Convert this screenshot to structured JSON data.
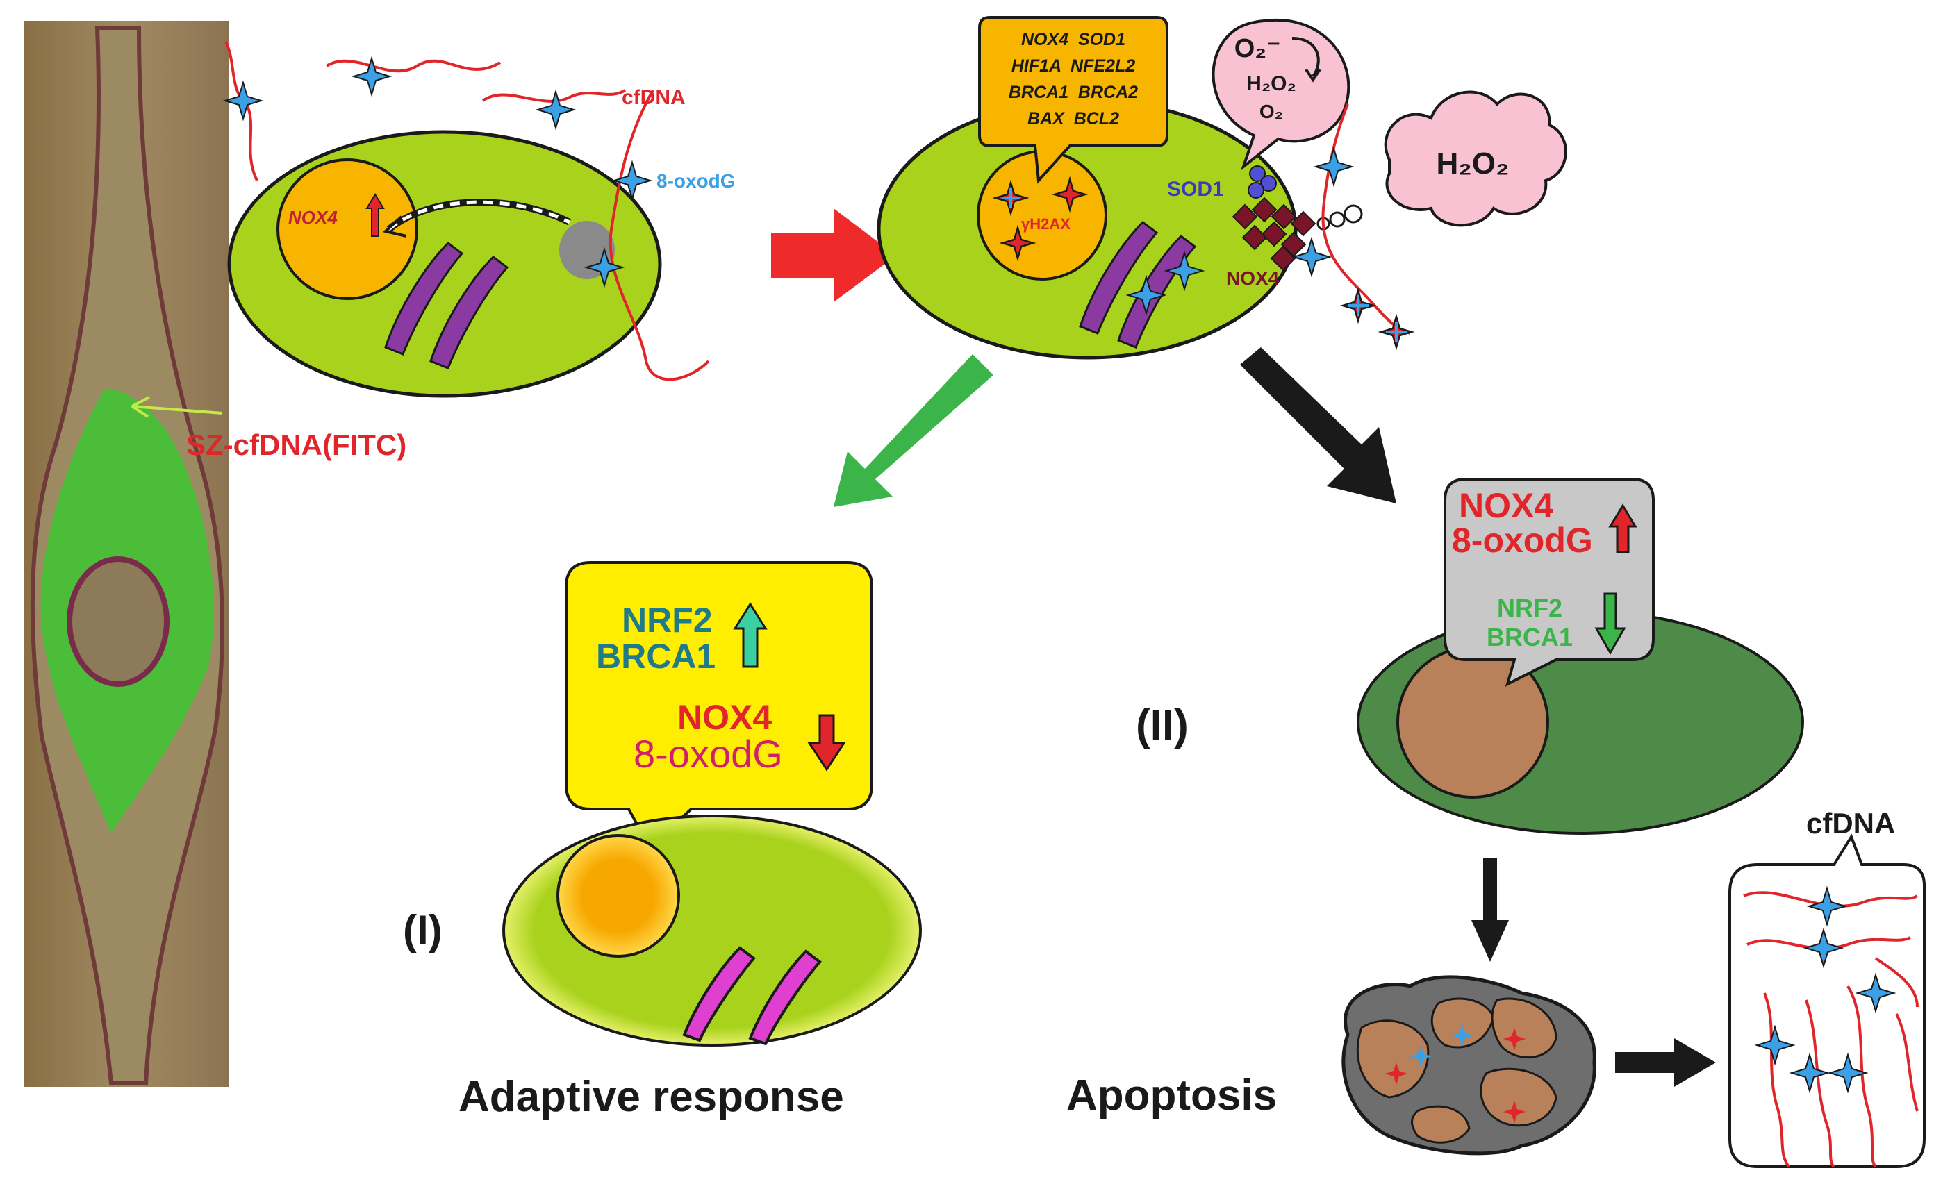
{
  "micrograph": {
    "label": "SZ-cfDNA(FITC)"
  },
  "panel_top_left": {
    "cfdna_label": "cfDNA",
    "oxodg_label": "8-oxodG",
    "nucleus_gene": "NOX4"
  },
  "panel_top_right": {
    "gene_list": [
      "NOX4  SOD1",
      "HIF1A  NFE2L2",
      "BRCA1  BRCA2",
      "BAX  BCL2"
    ],
    "ros_o2": "O₂⁻",
    "ros_h2o2": "H₂O₂",
    "ros_o2b": "O₂",
    "sod1_label": "SOD1",
    "nox4_label": "NOX4",
    "h2ax_label": "γH2AX",
    "cloud_label": "H₂O₂"
  },
  "adaptive": {
    "marker": "(I)",
    "up_line1": "NRF2",
    "up_line2": "BRCA1",
    "down_line1": "NOX4",
    "down_line2": "8-oxodG",
    "caption": "Adaptive response"
  },
  "apoptotic_branch": {
    "marker": "(II)",
    "up_line1": "NOX4",
    "up_line2": "8-oxodG",
    "down_line1": "NRF2",
    "down_line2": "BRCA1",
    "caption": "Apoptosis",
    "cfdna_label": "cfDNA"
  },
  "colors": {
    "cell_green": "#a8d21c",
    "nucleus_orange": "#f7b500",
    "dna_red": "#e0262b",
    "star_blue": "#3ba0e6",
    "mito_purple": "#8a3aa0",
    "arrow_red": "#ee2a2a",
    "arrow_green": "#3bb54a",
    "callout_yellow": "#ffee00",
    "callout_grey": "#c8c8c8",
    "dark_green": "#4e8a48",
    "brown": "#b9815a",
    "pink": "#f9c2d2"
  }
}
